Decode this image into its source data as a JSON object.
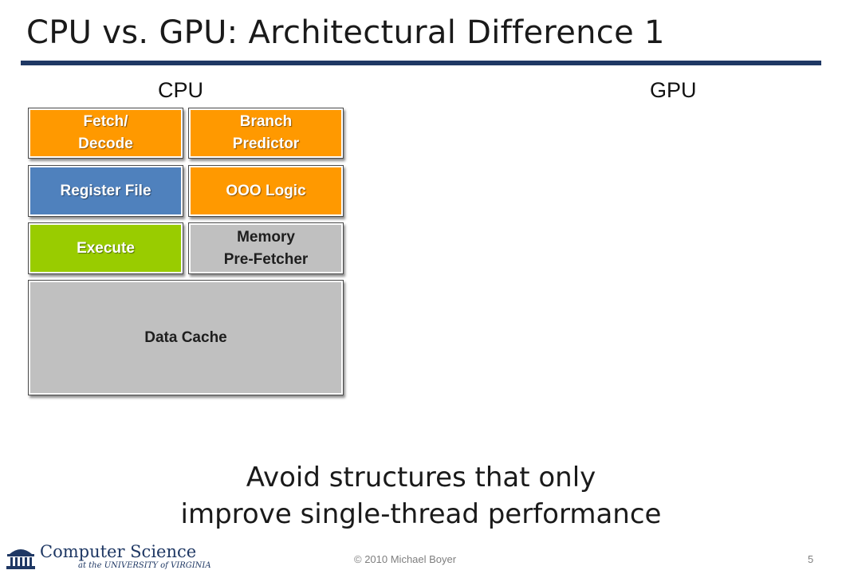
{
  "slide": {
    "title": "CPU vs. GPU: Architectural Difference 1",
    "cpu_label": "CPU",
    "gpu_label": "GPU",
    "blocks": {
      "fetch_decode": "Fetch/\nDecode",
      "branch_predictor": "Branch\nPredictor",
      "register_file": "Register File",
      "ooo_logic": "OOO Logic",
      "execute": "Execute",
      "memory_prefetcher": "Memory\nPre-Fetcher",
      "data_cache": "Data Cache"
    },
    "caption_line1": "Avoid structures that only",
    "caption_line2": "improve single-thread performance"
  },
  "footer": {
    "logo_main": "Computer Science",
    "logo_sub": "at the UNIVERSITY of VIRGINIA",
    "copyright": "© 2010 Michael Boyer",
    "page_number": "5"
  },
  "colors": {
    "title_rule": "#1f3864",
    "orange": "#ff9900",
    "blue": "#4f81bd",
    "green": "#99cc00",
    "gray": "#c0c0c0"
  }
}
